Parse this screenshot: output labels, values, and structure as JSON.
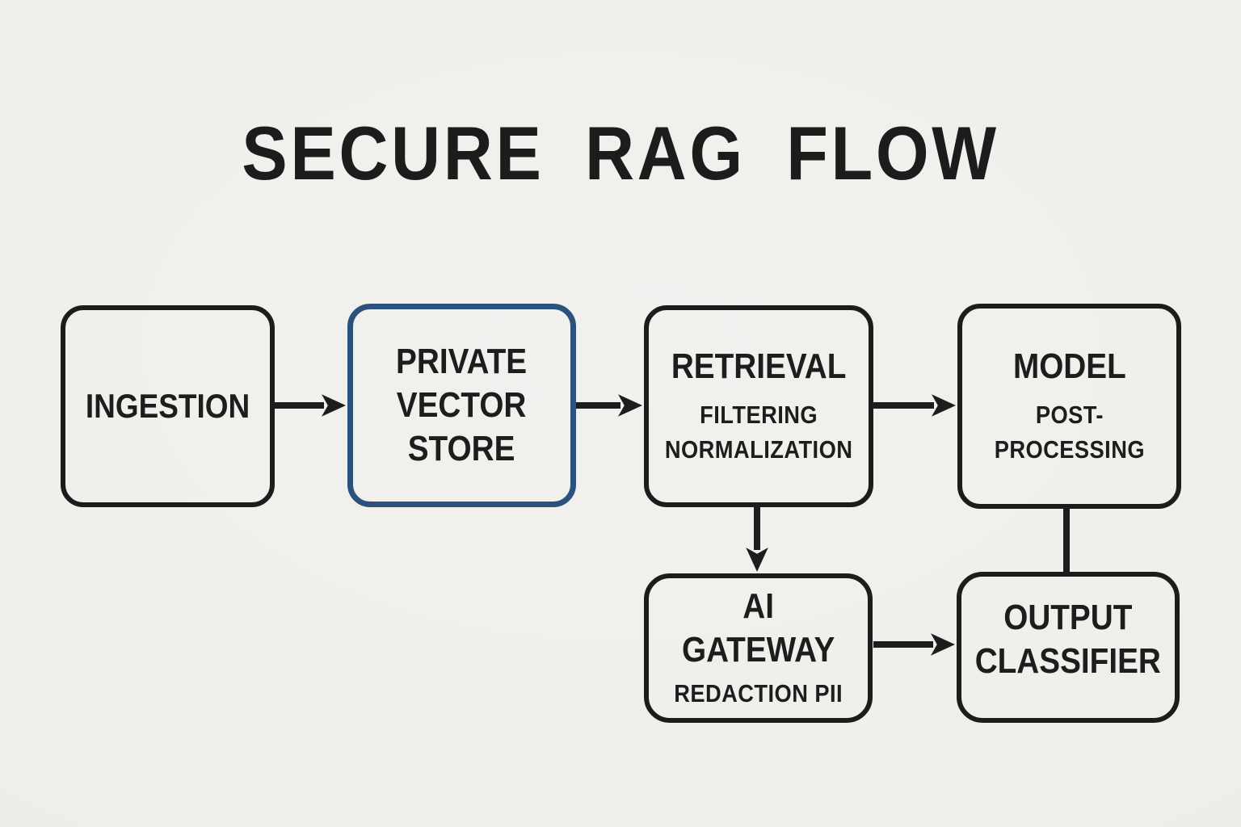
{
  "title": "SECURE RAG FLOW",
  "colors": {
    "background": "#f0eeea",
    "node_border": "#1c1c1c",
    "highlight_border": "#2a527d",
    "text": "#1d1d1d"
  },
  "nodes": {
    "ingestion": {
      "title_lines": [
        "INGESTION"
      ],
      "subtitle_lines": []
    },
    "private_vector_store": {
      "title_lines": [
        "PRIVATE",
        "VECTOR",
        "STORE"
      ],
      "subtitle_lines": [],
      "highlighted": true
    },
    "retrieval": {
      "title_lines": [
        "RETRIEVAL"
      ],
      "subtitle_lines": [
        "FILTERING",
        "NORMALIZATION"
      ]
    },
    "model": {
      "title_lines": [
        "MODEL"
      ],
      "subtitle_lines": [
        "POST-",
        "PROCESSING"
      ]
    },
    "ai_gateway": {
      "title_lines": [
        "AI",
        "GATEWAY"
      ],
      "subtitle_lines": [
        "REDACTION PII"
      ]
    },
    "output_classifier": {
      "title_lines": [
        "OUTPUT",
        "CLASSIFIER"
      ],
      "subtitle_lines": []
    }
  },
  "edges": [
    {
      "from": "INGESTION",
      "to": "PRIVATE VECTOR STORE",
      "type": "arrow"
    },
    {
      "from": "PRIVATE VECTOR STORE",
      "to": "RETRIEVAL",
      "type": "arrow"
    },
    {
      "from": "RETRIEVAL",
      "to": "MODEL",
      "type": "arrow"
    },
    {
      "from": "RETRIEVAL",
      "to": "AI GATEWAY",
      "type": "arrow"
    },
    {
      "from": "MODEL",
      "to": "OUTPUT CLASSIFIER",
      "type": "line"
    },
    {
      "from": "AI GATEWAY",
      "to": "OUTPUT CLASSIFIER",
      "type": "arrow"
    }
  ]
}
